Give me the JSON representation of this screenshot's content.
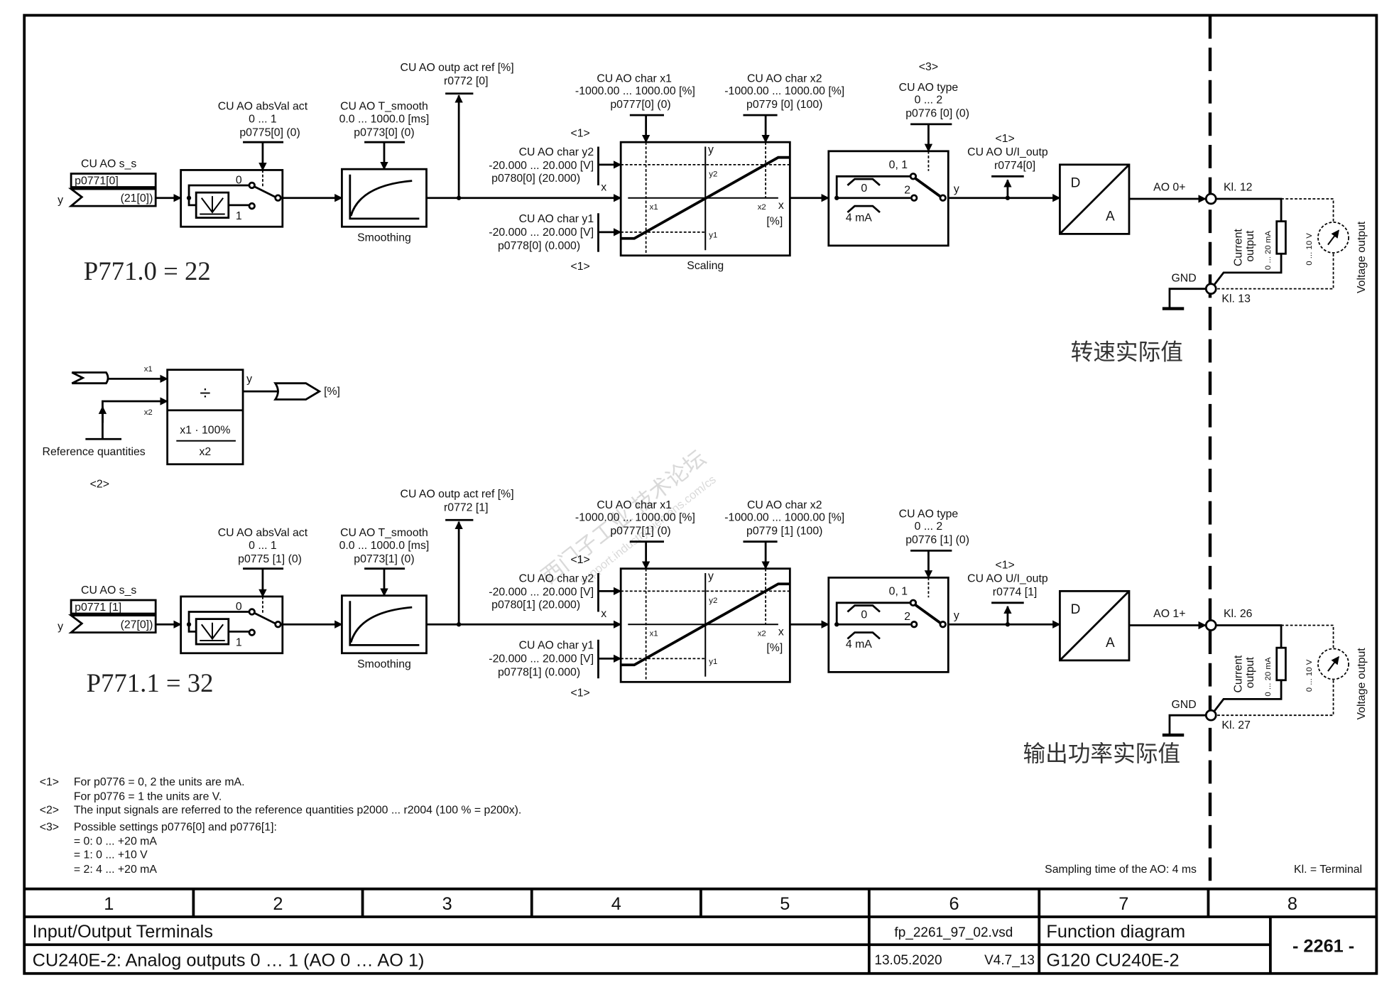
{
  "document": {
    "title_block": {
      "columns": [
        "1",
        "2",
        "3",
        "4",
        "5",
        "6",
        "7",
        "8"
      ],
      "section": "Input/Output Terminals",
      "subtitle": "CU240E-2: Analog outputs 0 … 1 (AO 0 … AO 1)",
      "file": "fp_2261_97_02.vsd",
      "date": "13.05.2020",
      "version": "V4.7_13",
      "doc_type": "Function diagram",
      "device": "G120 CU240E-2",
      "page_number": "- 2261 -"
    },
    "sampling_note": "Sampling time of the AO: 4 ms",
    "terminal_legend": "Kl. = Terminal",
    "watermark": {
      "cn": "西门子工业  技术论坛",
      "url": "support.industry.siemens.com/cs"
    }
  },
  "channels": [
    {
      "source_label": "CU AO s_s",
      "source_param": "p0771[0]",
      "source_default": "(21[0])",
      "y": "y",
      "annotation": "P771.0 = 22",
      "chinese_note": "转速实际值",
      "absval": {
        "name": "CU AO absVal act",
        "range": "0 ... 1",
        "param": "p0775[0] (0)",
        "pos0": "0",
        "pos1": "1"
      },
      "smooth": {
        "name": "CU AO T_smooth",
        "range": "0.0 ... 1000.0  [ms]",
        "param": "p0773[0] (0)",
        "caption": "Smoothing"
      },
      "ref": {
        "name": "CU AO outp act ref [%]",
        "param": "r0772 [0]"
      },
      "x1": {
        "name": "CU AO char x1",
        "range": "-1000.00 ... 1000.00  [%]",
        "param": "p0777[0] (0)"
      },
      "x2": {
        "name": "CU AO char x2",
        "range": "-1000.00 ... 1000.00  [%]",
        "param": "p0779 [0] (100)"
      },
      "y2": {
        "name": "CU AO char y2",
        "range": "-20.000 ... 20.000  [V]",
        "param": "p0780[0] (20.000)"
      },
      "y1": {
        "name": "CU AO char y1",
        "range": "-20.000 ... 20.000  [V]",
        "param": "p0778[0] (0.000)"
      },
      "scaling": {
        "caption": "Scaling",
        "x": "x",
        "y": "y",
        "x1": "x1",
        "x2": "x2",
        "y1": "y1",
        "y2": "y2",
        "unit": "[%]",
        "note_top": "<1>",
        "note_bottom": "<1>"
      },
      "type": {
        "note": "<3>",
        "name": "CU AO type",
        "range": "0 ... 2",
        "param": "p0776 [0] (0)",
        "pos01": "0, 1",
        "pos2": "2",
        "zero": "0",
        "fourma": "4 mA",
        "y": "y"
      },
      "outp": {
        "note": "<1>",
        "name": "CU AO U/I_outp",
        "param": "r0774[0]"
      },
      "da": {
        "d": "D",
        "a": "A"
      },
      "ao_label": "AO 0+",
      "terminal_plus": "Kl. 12",
      "terminal_gnd": "Kl. 13",
      "gnd": "GND",
      "current_output": [
        "Current",
        "output",
        "0 ... 20 mA"
      ],
      "voltage_range": "0 ... 10 V",
      "voltage_output": "Voltage output"
    },
    {
      "source_label": "CU AO s_s",
      "source_param": "p0771 [1]",
      "source_default": "(27[0])",
      "y": "y",
      "annotation": "P771.1 = 32",
      "chinese_note": "输出功率实际值",
      "absval": {
        "name": "CU AO absVal act",
        "range": "0 ... 1",
        "param": "p0775 [1] (0)",
        "pos0": "0",
        "pos1": "1"
      },
      "smooth": {
        "name": "CU AO T_smooth",
        "range": "0.0 ... 1000.0  [ms]",
        "param": "p0773[1] (0)",
        "caption": "Smoothing"
      },
      "ref": {
        "name": "CU AO outp act ref [%]",
        "param": "r0772 [1]"
      },
      "x1": {
        "name": "CU AO char x1",
        "range": "-1000.00 ... 1000.00  [%]",
        "param": "p0777[1] (0)"
      },
      "x2": {
        "name": "CU AO char x2",
        "range": "-1000.00 ... 1000.00  [%]",
        "param": "p0779 [1] (100)"
      },
      "y2": {
        "name": "CU AO char y2",
        "range": "-20.000 ... 20.000  [V]",
        "param": "p0780[1] (20.000)"
      },
      "y1": {
        "name": "CU AO char y1",
        "range": "-20.000 ... 20.000  [V]",
        "param": "p0778[1] (0.000)"
      },
      "scaling": {
        "caption": "",
        "x": "x",
        "y": "y",
        "x1": "x1",
        "x2": "x2",
        "y1": "y1",
        "y2": "y2",
        "unit": "[%]",
        "note_top": "<1>",
        "note_bottom": "<1>"
      },
      "type": {
        "note": "",
        "name": "CU AO type",
        "range": "0 ... 2",
        "param": "p0776 [1] (0)",
        "pos01": "0, 1",
        "pos2": "2",
        "zero": "0",
        "fourma": "4 mA",
        "y": "y"
      },
      "outp": {
        "note": "<1>",
        "name": "CU AO U/I_outp",
        "param": "r0774 [1]"
      },
      "da": {
        "d": "D",
        "a": "A"
      },
      "ao_label": "AO 1+",
      "terminal_plus": "Kl. 26",
      "terminal_gnd": "Kl. 27",
      "gnd": "GND",
      "current_output": [
        "Current",
        "output",
        "0 ... 20 mA"
      ],
      "voltage_range": "0 ... 10 V",
      "voltage_output": "Voltage output"
    }
  ],
  "reference_block": {
    "x1": "x1",
    "x2": "x2",
    "y": "y",
    "operator": "÷",
    "formula_num": "x1 · 100%",
    "formula_den": "x2",
    "output_unit": "[%]",
    "input_label": "Reference quantities",
    "note": "<2>"
  },
  "footnotes": [
    {
      "tag": "<1>",
      "lines": [
        "For p0776 = 0, 2 the units are mA.",
        "For p0776 = 1 the units are V."
      ]
    },
    {
      "tag": "<2>",
      "lines": [
        "The input signals are referred to the reference quantities p2000 ... r2004 (100 % = p200x)."
      ]
    },
    {
      "tag": "<3>",
      "lines": [
        "Possible settings p0776[0] and p0776[1]:",
        "= 0:  0  ... +20 mA",
        "= 1:  0  ... +10 V",
        "= 2:  4  ... +20 mA"
      ]
    }
  ]
}
